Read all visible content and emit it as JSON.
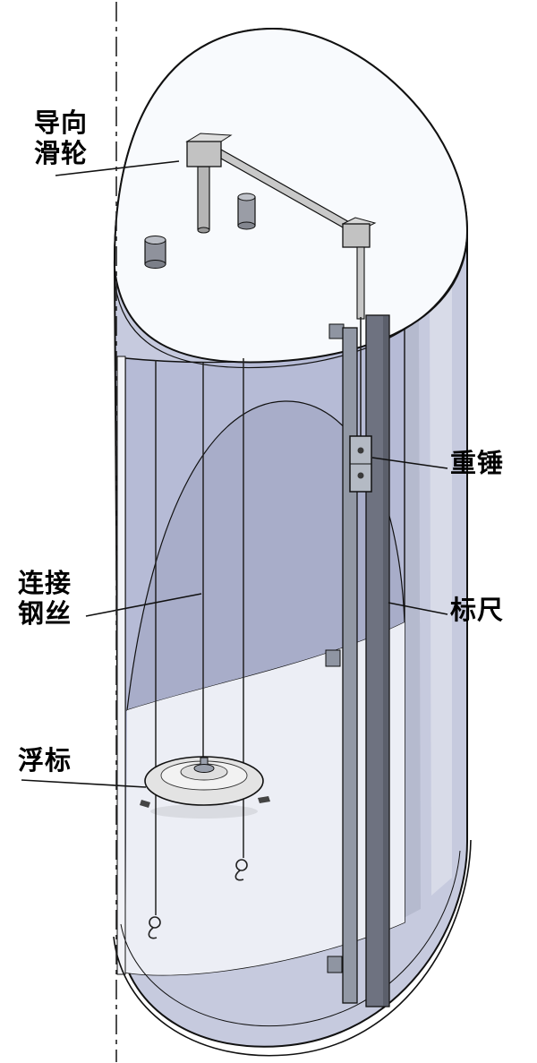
{
  "diagram": {
    "labels": {
      "guide_pulley": {
        "line1": "导向",
        "line2": "滑轮"
      },
      "connecting_wire": {
        "line1": "连接",
        "line2": "钢丝"
      },
      "weight": "重锤",
      "ruler": "标尺",
      "float": "浮标"
    },
    "colors": {
      "tank_wall": "#c6cade",
      "tank_lid": "#f8fafd",
      "interior": "#b6bbd6",
      "interior_dome": "#a8adc9",
      "interior_light": "#eceef5",
      "cut_face": "#f2f3f7",
      "rail_left": "#9298a5",
      "rail_right": "#6e7280",
      "weight_block": "#b4bac4",
      "metal": "#c9c9c9",
      "float_body": "#e3e3e3",
      "outline": "#111111"
    }
  }
}
